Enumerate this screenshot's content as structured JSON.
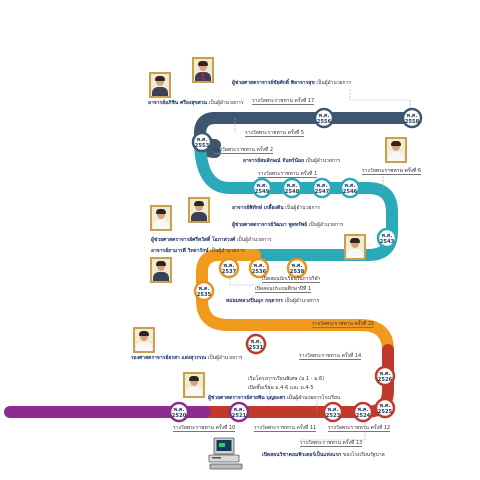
{
  "nodes": [
    {
      "id": "n2558",
      "abbr": "พ.ศ.",
      "year": "2558",
      "color": "#3f5670"
    },
    {
      "id": "n2556",
      "abbr": "พ.ศ.",
      "year": "2556",
      "color": "#3f5670"
    },
    {
      "id": "n2553",
      "abbr": "พ.ศ.",
      "year": "2553",
      "color": "#3f5670"
    },
    {
      "id": "n2549",
      "abbr": "พ.ศ.",
      "year": "2549",
      "color": "#2aa9b8"
    },
    {
      "id": "n2548",
      "abbr": "พ.ศ.",
      "year": "2548",
      "color": "#2aa9b8"
    },
    {
      "id": "n2547",
      "abbr": "พ.ศ.",
      "year": "2547",
      "color": "#2aa9b8"
    },
    {
      "id": "n2546",
      "abbr": "พ.ศ.",
      "year": "2546",
      "color": "#2aa9b8"
    },
    {
      "id": "n2543",
      "abbr": "พ.ศ.",
      "year": "2543",
      "color": "#2aa9b8"
    },
    {
      "id": "n2537",
      "abbr": "พ.ศ.",
      "year": "2537",
      "color": "#e8931f"
    },
    {
      "id": "n2536",
      "abbr": "พ.ศ.",
      "year": "2536",
      "color": "#e8931f"
    },
    {
      "id": "n2538",
      "abbr": "พ.ศ.",
      "year": "2538",
      "color": "#e8931f"
    },
    {
      "id": "n2535",
      "abbr": "พ.ศ.",
      "year": "2535",
      "color": "#e8931f"
    },
    {
      "id": "n2531",
      "abbr": "พ.ศ.",
      "year": "2531",
      "color": "#c0392b"
    },
    {
      "id": "n2526",
      "abbr": "พ.ศ.",
      "year": "2526",
      "color": "#c0392b"
    },
    {
      "id": "n2525",
      "abbr": "พ.ศ.",
      "year": "2525",
      "color": "#c0392b"
    },
    {
      "id": "n2524",
      "abbr": "พ.ศ.",
      "year": "2524",
      "color": "#c0392b"
    },
    {
      "id": "n2523",
      "abbr": "พ.ศ.",
      "year": "2523",
      "color": "#c0392b"
    },
    {
      "id": "n2521",
      "abbr": "พ.ศ.",
      "year": "2521",
      "color": "#8e2b8f"
    },
    {
      "id": "n2520",
      "abbr": "พ.ศ.",
      "year": "2520",
      "color": "#8e2b8f"
    }
  ],
  "labels": {
    "l1_name": "ผู้ช่วยศาสตราจารย์ชัยศักดิ์  พิลาจารสุข",
    "l1_role": "เป็นผู้อำนวยการ",
    "l2": "รางวัลพระราชทาน ครั้งที่ 17",
    "l3_name": "อาจารย์อภิชิน  ศรีองสุขสวน",
    "l3_role": "เป็นผู้อำนวยการ",
    "l4": "รางวัลพระราชทาน ครั้งที่ 5",
    "l5": "รางวัลพระราชทาน ครั้งที่ 2",
    "l6_name": "อาจารย์สมลักษณ์  จันทร์น้อย",
    "l6_role": "เป็นผู้อำนวยการ",
    "l7": "รางวัลพระราชทาน ครั้งที่ 1",
    "l8": "รางวัลพระราชทาน ครั้งที่ 6",
    "l9_name": "อาจารย์พิทักษ์  เกลี้ยงดิน",
    "l9_role": "เป็นผู้อำนวยการ",
    "l10_name": "ผู้ช่วยศาสตราจารย์วัฒนา  พูลทรัพย์",
    "l10_role": "เป็นผู้อำนวยการ",
    "l11_name": "ผู้ช่วยศาสตราจารย์ศรีสวัสดิ์  โอภาสวงศ์",
    "l11_role": "เป็นผู้อำนวยการ",
    "l12_name": "อาจารย์ยามารดี  วิทยารักษ์",
    "l12_role": "เป็นผู้อำนวยการ",
    "l13": "เปิดสอนนักเรียนในการกีฬา",
    "l14": "เปิดสอนประถมศึกษาปีที่ 1",
    "l15_name": "หม่อมหลวงปิ่นมุก  กฤดากร",
    "l15_role": "เป็นผู้อำนวยการ",
    "l16": "รางวัลพระราชทาน ครั้งที่ 15",
    "l17_name": "รองศาสตราจารย์อรสา  แสงสุวรรณ",
    "l17_role": "เป็นผู้อำนวยการ",
    "l18": "รางวัลพระราชทาน ครั้งที่ 14",
    "l19": "เริ่มโครงการเรียนพิเศษ (ม.1 - ม.6)",
    "l20": "เปิดชั้นเรียน ม.4-6 และ ม.4-5",
    "l21_name": "ผู้ช่วยศาสตราจารย์สายพิน  บุญยะศา",
    "l21_role": "เป็นผู้อำนวยการโรงเรียน",
    "l22": "รางวัลพระราชทาน ครั้งที่ 10",
    "l23": "รางวัลพระราชทาน ครั้งที่ 11",
    "l24": "รางวัลพระราชทาน ครั้งที่ 12",
    "l25": "รางวัลพระราชทาน ครั้งที่ 13",
    "l26": "เปิดสอนวิชาคอมพิวเตอร์เป็นแห่งแรก",
    "l26b": "ของโรงเรียนรัฐบาล"
  },
  "colors": {
    "navy": "#3f5670",
    "teal": "#2aa9b8",
    "orange": "#f29a1e",
    "red": "#c0392b",
    "purple": "#8e2b8f"
  },
  "icons": {
    "node": "year-node-icon",
    "photo": "portrait-photo",
    "pc": "computer-icon"
  }
}
